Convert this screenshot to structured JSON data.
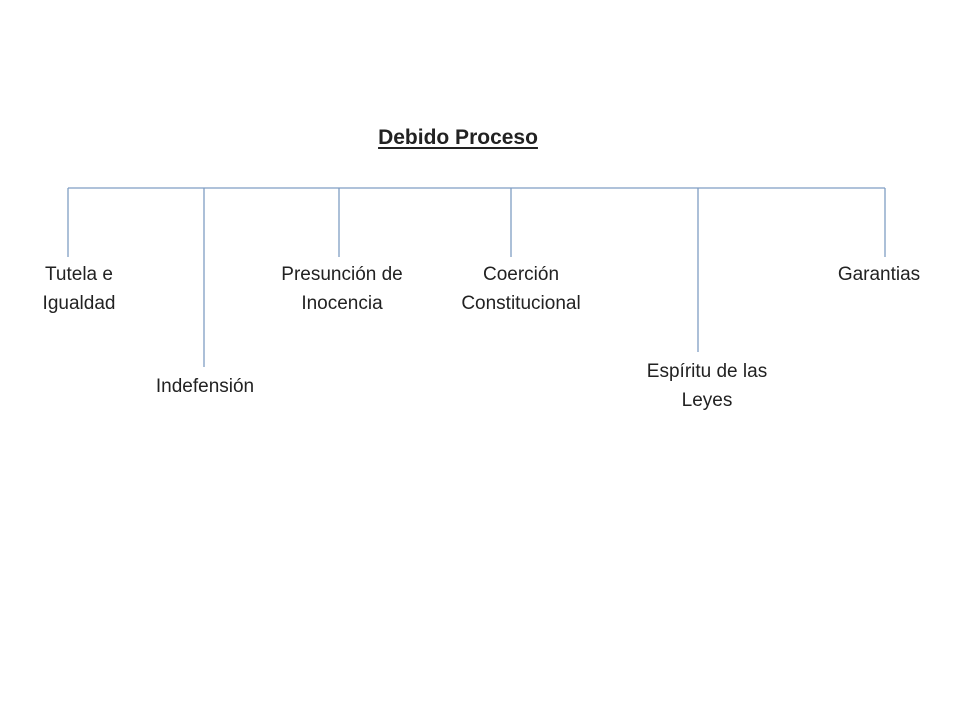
{
  "diagram": {
    "title": "Debido Proceso",
    "line_color": "#7f9dc4",
    "nodes": [
      {
        "label_lines": [
          "Tutela e",
          "Igualdad"
        ]
      },
      {
        "label_lines": [
          "Indefensión"
        ]
      },
      {
        "label_lines": [
          "Presunción de",
          "Inocencia"
        ]
      },
      {
        "label_lines": [
          "Coerción",
          "Constitucional"
        ]
      },
      {
        "label_lines": [
          "Espíritu de las",
          "Leyes"
        ]
      },
      {
        "label_lines": [
          "Garantias"
        ]
      }
    ]
  }
}
